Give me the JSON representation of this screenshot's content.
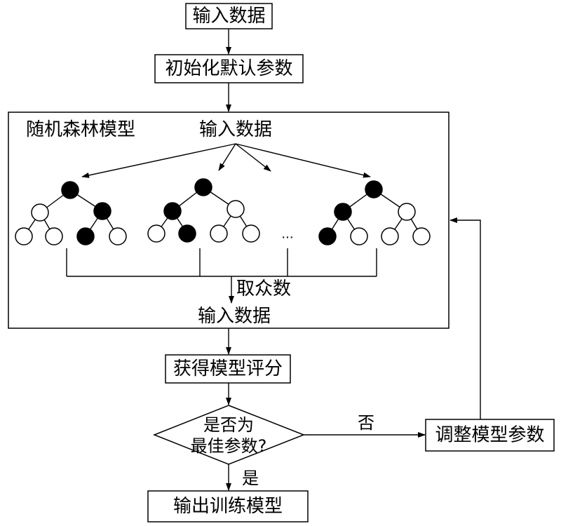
{
  "nodes": {
    "input": "输入数据",
    "init": "初始化默认参数",
    "score": "获得模型评分",
    "decision_line1": "是否为",
    "decision_line2": "最佳参数?",
    "adjust": "调整模型参数",
    "output": "输出训练模型"
  },
  "forest": {
    "title": "随机森林模型",
    "input_label": "输入数据",
    "ellipsis": "...",
    "vote_label": "取众数",
    "result_label": "输入数据",
    "trees": [
      {
        "root_filled": true,
        "children_filled": [
          false,
          true
        ],
        "leaves_filled": [
          false,
          false,
          true,
          false
        ]
      },
      {
        "root_filled": true,
        "children_filled": [
          true,
          false
        ],
        "leaves_filled": [
          false,
          true,
          false,
          false
        ]
      },
      {
        "root_filled": true,
        "children_filled": [
          true,
          false
        ],
        "leaves_filled": [
          true,
          false,
          false,
          false
        ]
      }
    ]
  },
  "edges": {
    "no": "否",
    "yes": "是"
  },
  "colors": {
    "line": "#000000",
    "node_filled": "#000000",
    "node_hollow": "#ffffff"
  }
}
